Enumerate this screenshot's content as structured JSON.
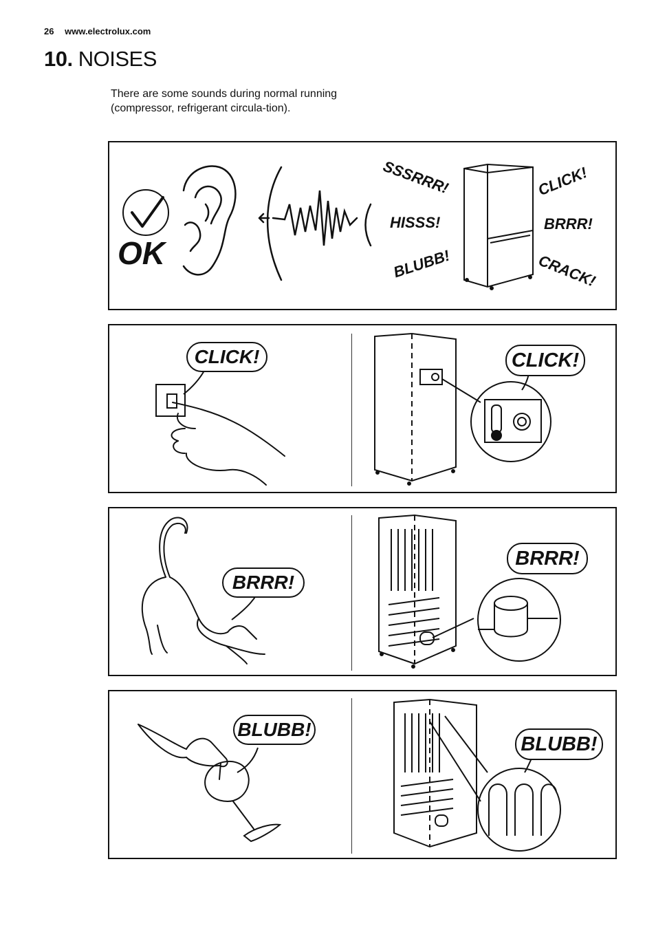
{
  "header": {
    "page_number": "26",
    "website": "www.electrolux.com"
  },
  "section": {
    "number": "10.",
    "title": "NOISES"
  },
  "intro": "There are some sounds during normal running (compressor, refrigerant circula-tion).",
  "panel1": {
    "ok_label": "OK",
    "sounds_left": [
      "SSSRRR!",
      "HISSS!",
      "BLUBB!"
    ],
    "sounds_right": [
      "CLICK!",
      "BRRR!",
      "CRACK!"
    ]
  },
  "panel2": {
    "left_bubble": "CLICK!",
    "right_bubble": "CLICK!"
  },
  "panel3": {
    "left_bubble": "BRRR!",
    "right_bubble": "BRRR!"
  },
  "panel4": {
    "left_bubble": "BLUBB!",
    "right_bubble": "BLUBB!"
  }
}
